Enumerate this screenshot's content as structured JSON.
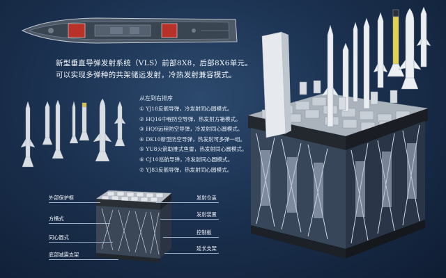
{
  "intro": {
    "line1": "新型垂直导弹发射系统（VLS）前部8X8，后部8X6单元。",
    "line2": "可以实现多弹种的共架储运发射，冷热发射兼容模式。"
  },
  "missile_list": {
    "title": "从左到右排序",
    "items": [
      "① YJ18反舰导弹，冷发射同心圆模式。",
      "② HQ16中程防空导弹，热发射方箱模式。",
      "③ HQ9远程防空导弹，冷发射同心圆模式。",
      "④ DK10新型防空导弹，热发射可多弹一组。",
      "⑤ YU8火箭助推式鱼雷，热发射同心圆模式。",
      "⑥ CJ10巡航导弹，冷发射同心圆模式。",
      "⑦ YJ83反舰导弹，热发射同心圆模式。"
    ]
  },
  "callouts": {
    "outer_protective_frame": "外部保护框",
    "square_box_type": "方桶式",
    "concentric_type": "同心圆式",
    "bottom_shock_mount": "底部减震支架",
    "launch_lid": "发射仓盖",
    "launch_device": "发射装置",
    "control_panel": "控制板",
    "extension_bracket": "延长支架"
  },
  "colors": {
    "background": "#1b3150",
    "deck_grey": "#c9cfd6",
    "hull_dark": "#2a2f36",
    "red_module": "#b8322a",
    "leader_line": "#9fb4cc"
  }
}
